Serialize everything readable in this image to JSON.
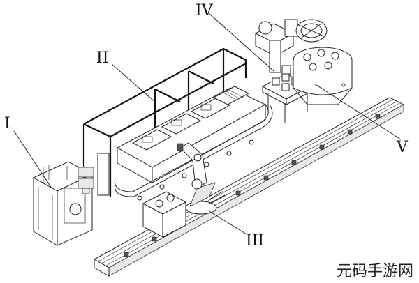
{
  "labels": {
    "station_1": "I",
    "station_2": "II",
    "station_3": "III",
    "station_4": "IV",
    "station_5": "V"
  },
  "watermark": "元码手游网"
}
